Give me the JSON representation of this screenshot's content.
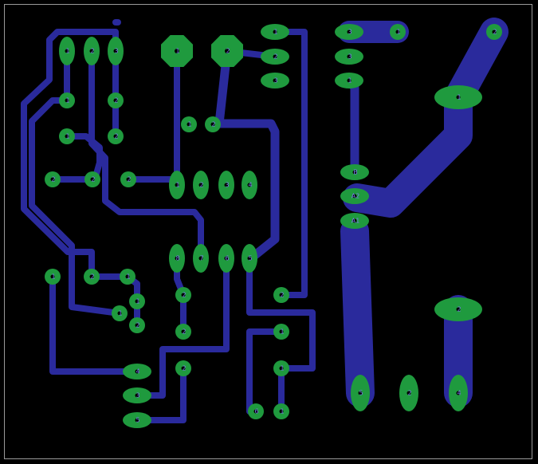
{
  "colors": {
    "background": "#000000",
    "border": "#9a9a9a",
    "trace": "#2a2a9c",
    "pad": "#1f9a3e",
    "hole": "#000000",
    "label": "#7a7aee"
  },
  "pads": [
    {
      "label": "1"
    },
    {
      "label": "2"
    },
    {
      "label": "3"
    },
    {
      "label": "1"
    },
    {
      "label": "2"
    },
    {
      "label": "2"
    },
    {
      "label": "1"
    },
    {
      "label": "2"
    },
    {
      "label": "2"
    },
    {
      "label": "1"
    },
    {
      "label": "2"
    },
    {
      "label": "1"
    },
    {
      "label": "2"
    },
    {
      "label": "3"
    },
    {
      "label": "3"
    },
    {
      "label": "1"
    },
    {
      "label": "2"
    },
    {
      "label": "1"
    },
    {
      "label": "1"
    },
    {
      "label": "2"
    },
    {
      "label": "3"
    },
    {
      "label": "2"
    },
    {
      "label": "1"
    },
    {
      "label": "1"
    },
    {
      "label": "2"
    },
    {
      "label": "3"
    },
    {
      "label": "4"
    },
    {
      "label": "8"
    },
    {
      "label": "7"
    },
    {
      "label": "6"
    },
    {
      "label": "5"
    },
    {
      "label": "1"
    },
    {
      "label": "2"
    },
    {
      "label": "2"
    },
    {
      "label": "1"
    },
    {
      "label": "1"
    },
    {
      "label": "2"
    },
    {
      "label": "2"
    },
    {
      "label": "1"
    },
    {
      "label": "1"
    },
    {
      "label": "2"
    },
    {
      "label": "4"
    },
    {
      "label": "3"
    },
    {
      "label": "5"
    },
    {
      "label": "1"
    },
    {
      "label": "2"
    },
    {
      "label": "1"
    },
    {
      "label": "2"
    },
    {
      "label": "6"
    },
    {
      "label": "5"
    },
    {
      "label": "4"
    },
    {
      "label": "B"
    },
    {
      "label": "A2"
    },
    {
      "label": "A1"
    },
    {
      "label": "2"
    },
    {
      "label": "3"
    },
    {
      "label": "2"
    },
    {
      "label": "1"
    }
  ]
}
